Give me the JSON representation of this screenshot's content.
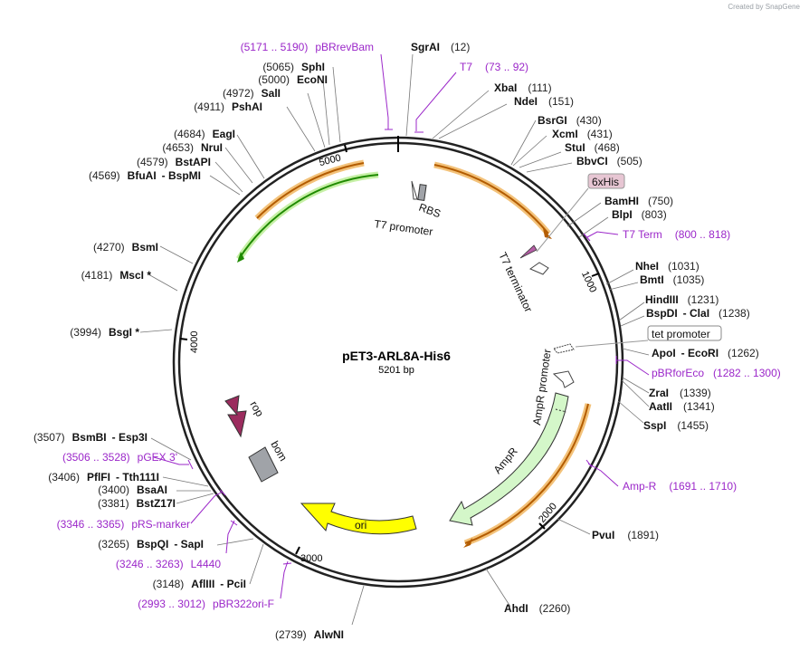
{
  "credit": "Created by SnapGene",
  "plasmid": {
    "name": "pET3-ARL8A-His6",
    "length_label": "5201 bp"
  },
  "ruler": [
    "1000",
    "2000",
    "3000",
    "4000",
    "5000"
  ],
  "features": {
    "t7_promoter": "T7 promoter",
    "rbs": "RBS",
    "t7_terminator": "T7 terminator",
    "his": "6xHis",
    "tet_promoter": "tet promoter",
    "ampr_promoter": "AmpR promoter",
    "ampr": "AmpR",
    "ori": "ori",
    "rop": "rop",
    "bom": "bom"
  },
  "sites": [
    {
      "name": "SgrAI",
      "pos": "(12)"
    },
    {
      "name": "XbaI",
      "pos": "(111)"
    },
    {
      "name": "NdeI",
      "pos": "(151)"
    },
    {
      "name": "BsrGI",
      "pos": "(430)"
    },
    {
      "name": "XcmI",
      "pos": "(431)"
    },
    {
      "name": "StuI",
      "pos": "(468)"
    },
    {
      "name": "BbvCI",
      "pos": "(505)"
    },
    {
      "name": "BamHI",
      "pos": "(750)"
    },
    {
      "name": "BlpI",
      "pos": "(803)"
    },
    {
      "name": "NheI",
      "pos": "(1031)"
    },
    {
      "name": "BmtI",
      "pos": "(1035)"
    },
    {
      "name": "HindIII",
      "pos": "(1231)"
    },
    {
      "name": "BspDI",
      "name2": "ClaI",
      "pos": "(1238)"
    },
    {
      "name": "ApoI",
      "name2": "EcoRI",
      "pos": "(1262)"
    },
    {
      "name": "ZraI",
      "pos": "(1339)"
    },
    {
      "name": "AatII",
      "pos": "(1341)"
    },
    {
      "name": "SspI",
      "pos": "(1455)"
    },
    {
      "name": "PvuI",
      "pos": "(1891)"
    },
    {
      "name": "AhdI",
      "pos": "(2260)"
    },
    {
      "name": "AlwNI",
      "pos": "(2739)"
    },
    {
      "name": "AflIII",
      "name2": "PciI",
      "pos": "(3148)"
    },
    {
      "name": "BspQI",
      "name2": "SapI",
      "pos": "(3265)"
    },
    {
      "name": "BstZ17I",
      "pos": "(3381)"
    },
    {
      "name": "BsaAI",
      "pos": "(3400)"
    },
    {
      "name": "PflFI",
      "name2": "Tth111I",
      "pos": "(3406)"
    },
    {
      "name": "BsmBI",
      "name2": "Esp3I",
      "pos": "(3507)"
    },
    {
      "name": "BsgI *",
      "pos": "(3994)"
    },
    {
      "name": "MscI *",
      "pos": "(4181)"
    },
    {
      "name": "BsmI",
      "pos": "(4270)"
    },
    {
      "name": "BfuAI",
      "name2": "BspMI",
      "pos": "(4569)"
    },
    {
      "name": "BstAPI",
      "pos": "(4579)"
    },
    {
      "name": "NruI",
      "pos": "(4653)"
    },
    {
      "name": "EagI",
      "pos": "(4684)"
    },
    {
      "name": "PshAI",
      "pos": "(4911)"
    },
    {
      "name": "SalI",
      "pos": "(4972)"
    },
    {
      "name": "EcoNI",
      "pos": "(5000)"
    },
    {
      "name": "SphI",
      "pos": "(5065)"
    }
  ],
  "primers": [
    {
      "name": "pBRrevBam",
      "range": "(5171 .. 5190)"
    },
    {
      "name": "T7",
      "range": "(73 .. 92)"
    },
    {
      "name": "T7 Term",
      "range": "(800 .. 818)"
    },
    {
      "name": "pBRforEco",
      "range": "(1282 .. 1300)"
    },
    {
      "name": "Amp-R",
      "range": "(1691 .. 1710)"
    },
    {
      "name": "pGEX 3'",
      "range": "(3506 .. 3528)"
    },
    {
      "name": "pRS-marker",
      "range": "(3346 .. 3365)"
    },
    {
      "name": "L4440",
      "range": "(3246 .. 3263)"
    },
    {
      "name": "pBR322ori-F",
      "range": "(2993 .. 3012)"
    }
  ]
}
